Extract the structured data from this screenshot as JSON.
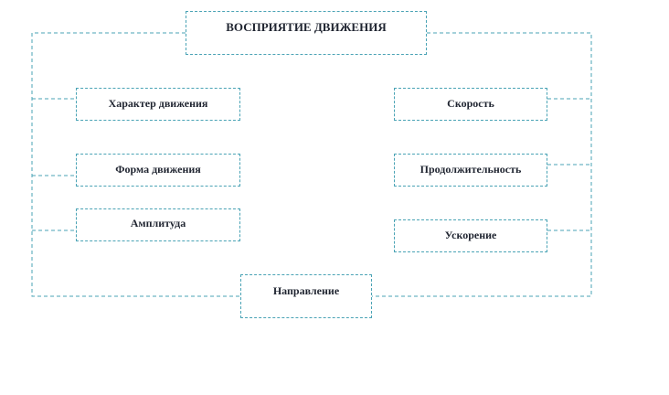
{
  "diagram": {
    "title": "ВОСПРИЯТИЕ ДВИЖЕНИЯ",
    "left_nodes": [
      "Характер движения",
      "Форма движения",
      "Амплитуда"
    ],
    "right_nodes": [
      "Скорость",
      "Продолжительность",
      "Ускорение"
    ],
    "bottom_node": "Направление"
  },
  "colors": {
    "border": "#4aa3b5",
    "text": "#1f2430",
    "background": "#ffffff"
  }
}
